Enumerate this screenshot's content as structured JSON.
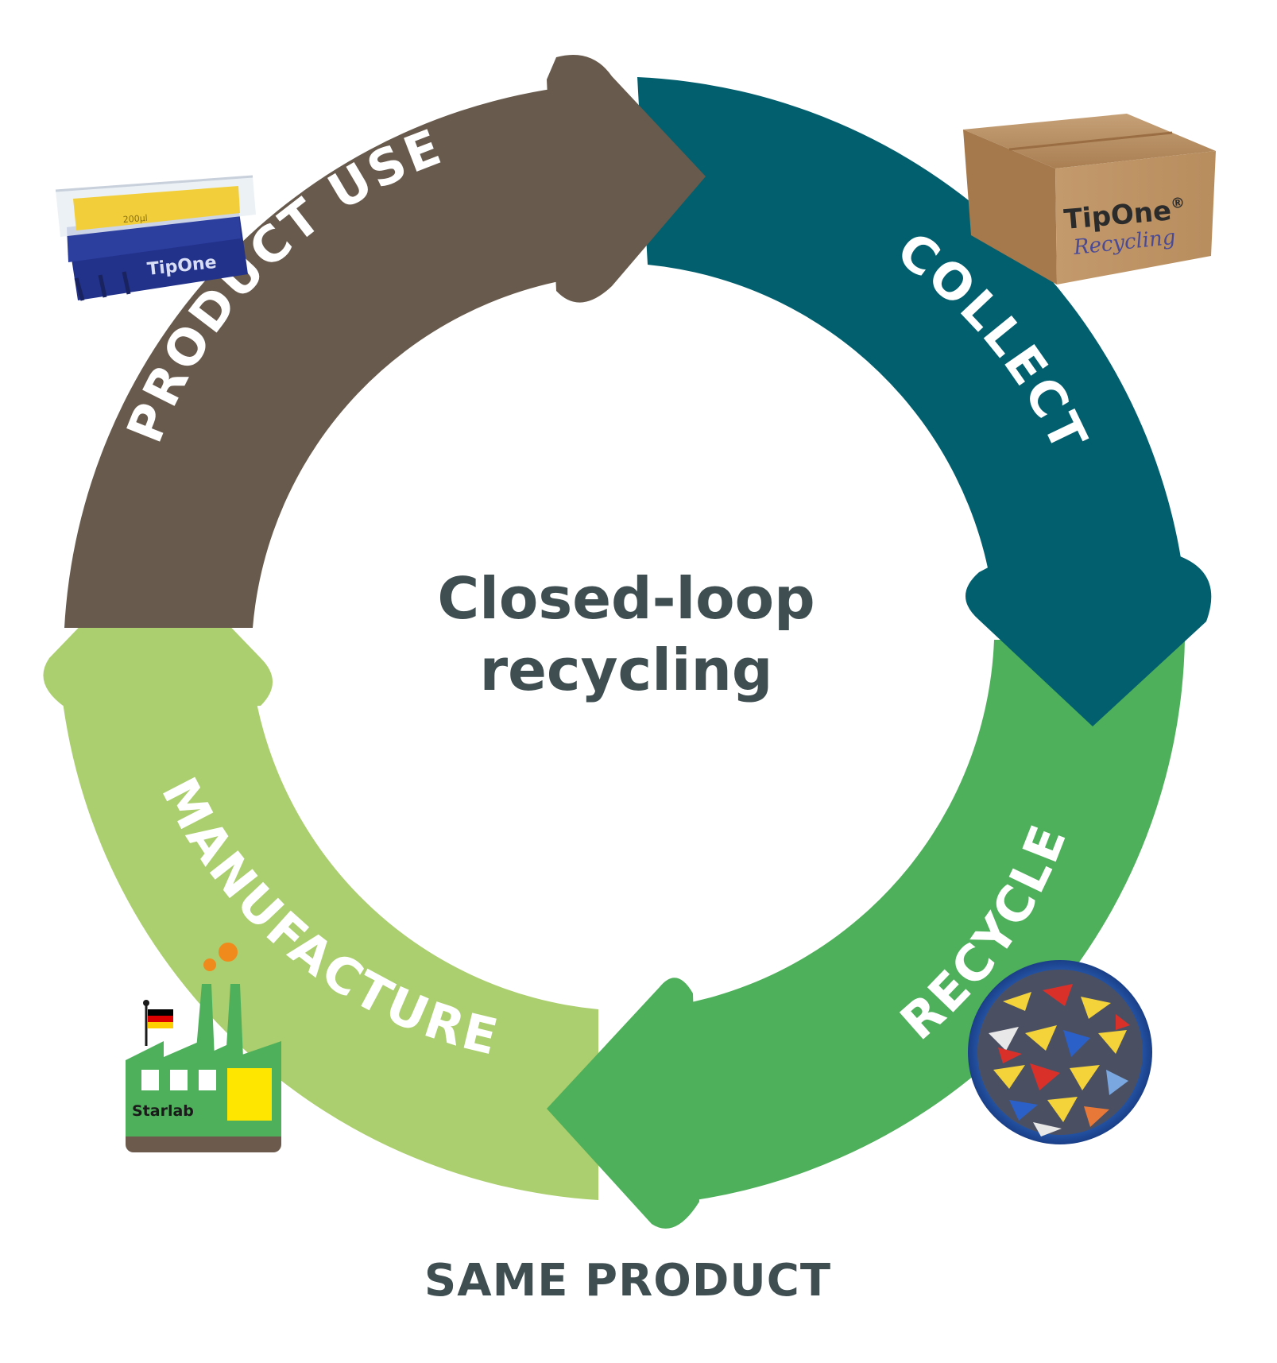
{
  "diagram": {
    "title_line1": "Closed-loop",
    "title_line2": "recycling",
    "footer": "SAME PRODUCT",
    "stages": [
      {
        "id": "collect",
        "label": "COLLECT",
        "color": "#025f6e"
      },
      {
        "id": "recycle",
        "label": "RECYCLE",
        "color": "#4eb05b"
      },
      {
        "id": "manufacture",
        "label": "MANUFACTURE",
        "color": "#abcf6e"
      },
      {
        "id": "product-use",
        "label": "PRODUCT USE",
        "color": "#685a4c"
      }
    ],
    "images": {
      "tip_box": {
        "brand": "TipOne",
        "volume": "200µl",
        "icon": "pipette-tip-box-icon"
      },
      "shipping_box": {
        "brand": "TipOne",
        "registered": "®",
        "sub": "Recycling",
        "icon": "cardboard-box-icon"
      },
      "plastic_bowl": {
        "icon": "shredded-plastic-bowl-icon"
      },
      "factory": {
        "label": "Starlab",
        "icon": "factory-icon",
        "flag": "germany-flag-icon"
      }
    }
  }
}
